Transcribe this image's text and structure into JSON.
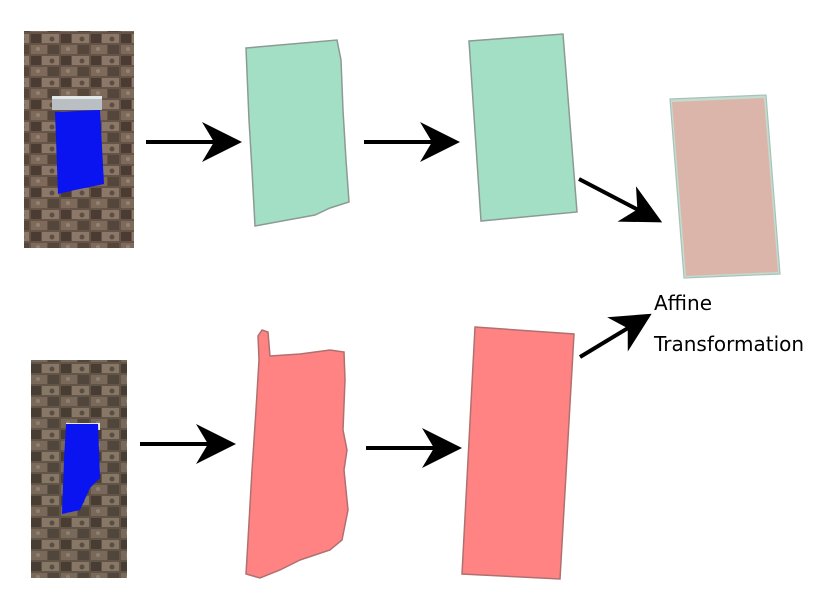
{
  "diagram": {
    "label": {
      "line1": "Affine",
      "line2": "Transformation"
    },
    "colors": {
      "background": "#ffffff",
      "mask_blue": "#0a14f0",
      "stone_dark": "#4a3d33",
      "stone_mid": "#7a6658",
      "stone_light": "#a89584",
      "green_fill": "#a3dfc5",
      "green_stroke": "#8c9a94",
      "red_fill": "#ff8383",
      "red_stroke": "#b07070",
      "blend_fill": "#dcb5aa",
      "arrow": "#000000"
    },
    "icons": {
      "photo_top": "stone-wall-window-photo",
      "photo_bottom": "stone-wall-window-photo",
      "arrows": "arrow-right-icon"
    }
  }
}
